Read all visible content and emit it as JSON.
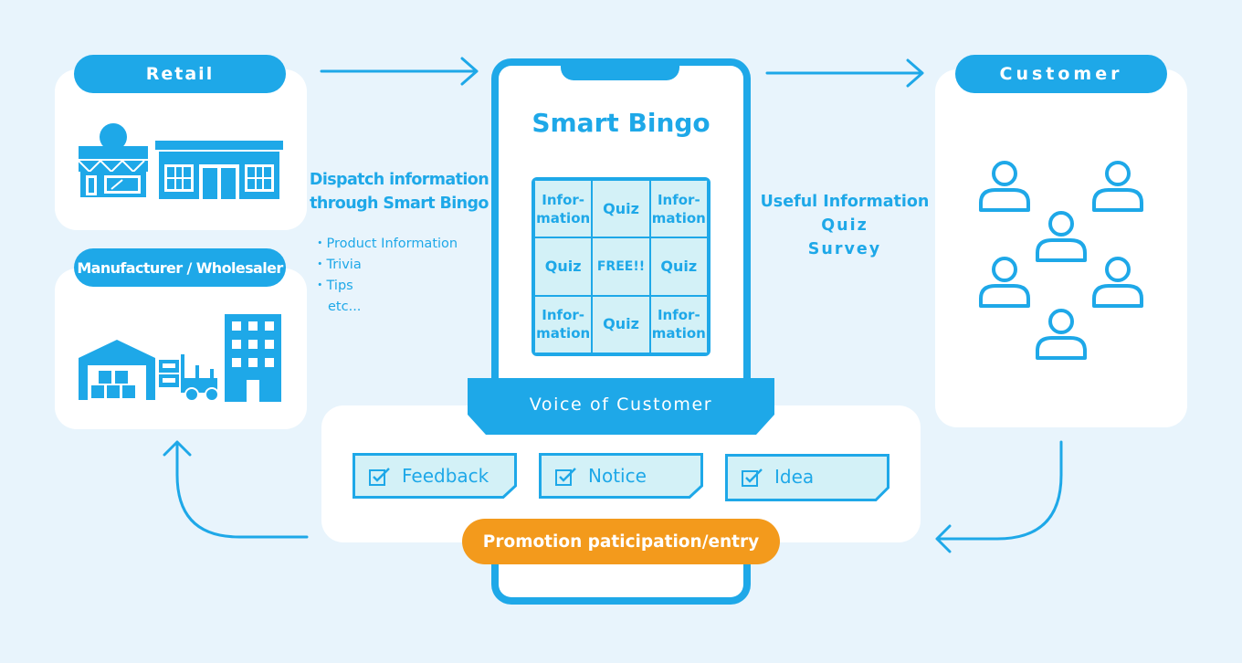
{
  "retail": {
    "label": "Retail"
  },
  "manufacturer": {
    "label": "Manufacturer / Wholesaler"
  },
  "customer": {
    "label": "Customer"
  },
  "phone": {
    "title": "Smart Bingo",
    "bingo": [
      "Infor-\nmation",
      "Quiz",
      "Infor-\nmation",
      "Quiz",
      "FREE!!",
      "Quiz",
      "Infor-\nmation",
      "Quiz",
      "Infor-\nmation"
    ]
  },
  "dispatch": {
    "title_line1": "Dispatch information",
    "title_line2": "through Smart Bingo",
    "bullets": [
      "・Product Information",
      "・Trivia",
      "・Tips",
      "etc..."
    ]
  },
  "useful": {
    "lines": [
      "Useful Information",
      "Quiz",
      "Survey"
    ]
  },
  "voc": {
    "title": "Voice of Customer",
    "items": [
      "Feedback",
      "Notice",
      "Idea"
    ]
  },
  "promotion": {
    "label": "Promotion paticipation/entry"
  },
  "colors": {
    "primary": "#1ea8e8",
    "accent": "#f39a1c",
    "light_panel": "#d3f1f7",
    "background": "#e8f4fc"
  }
}
